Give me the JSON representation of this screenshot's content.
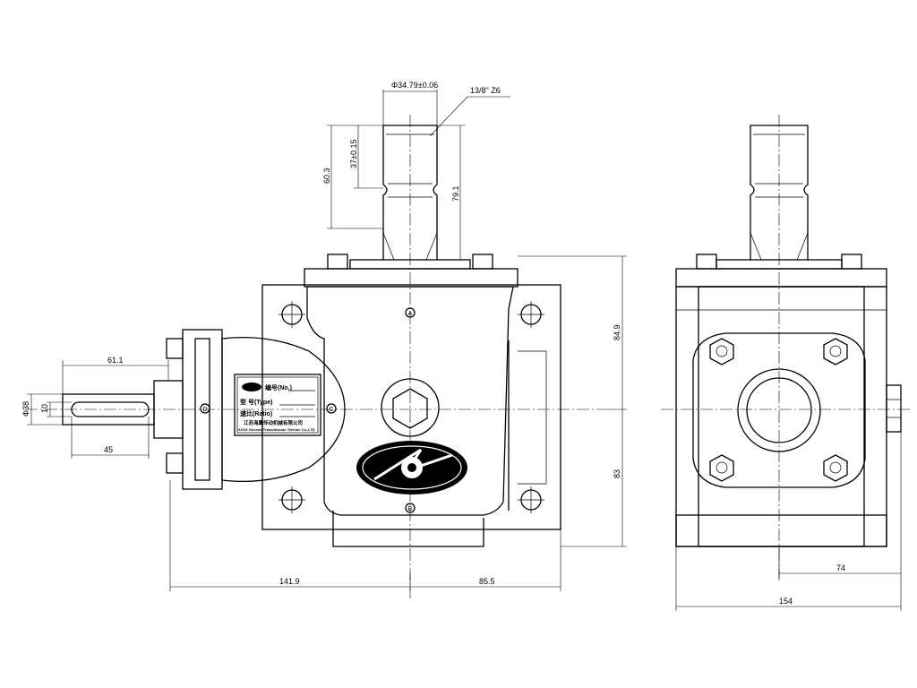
{
  "colors": {
    "ink": "#000000",
    "paper": "#ffffff"
  },
  "dimensions": {
    "shaft_diameter_top": "Φ34.79±0.06",
    "spline_spec": "13/8\" Z6",
    "top_height_total": "60.3",
    "top_spline_length": "37±0.15",
    "top_shaft_length": "79.1",
    "left_shaft_length": "61.1",
    "left_shaft_diameter": "Φ38",
    "left_key_width": "10",
    "left_key_length": "45",
    "upper_height": "84.9",
    "lower_height": "83",
    "left_width": "141.9",
    "right_width": "85.5",
    "side_offset": "74",
    "side_width": "154"
  },
  "nameplate": {
    "line1": "编号(No.)",
    "line2": "型 号(Type)",
    "line3": "速比(Ratio)",
    "maker_cn": "江苏海鹰传动机械有限公司",
    "maker_en": "XXXX General Transmission Technic Co.,LTD"
  },
  "port_labels": {
    "top": "A",
    "left": "D",
    "right": "C",
    "bottom": "B"
  }
}
